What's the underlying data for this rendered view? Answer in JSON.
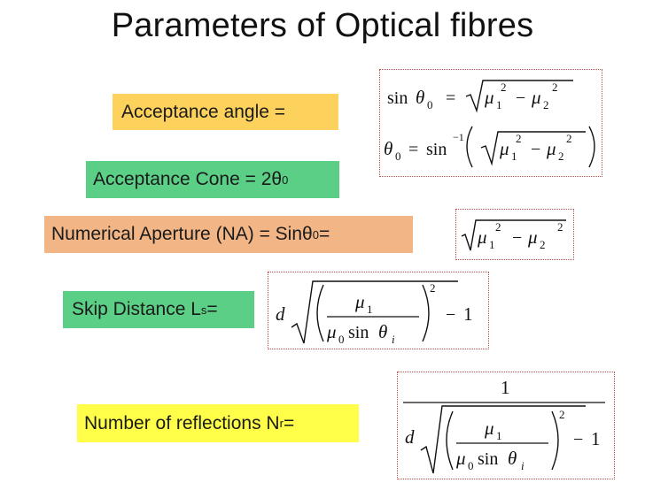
{
  "title": "Parameters of Optical fibres",
  "labels": {
    "acceptance_angle": "Acceptance angle =",
    "acceptance_cone_prefix": "Acceptance Cone = 2θ",
    "acceptance_cone_sub": "0",
    "numerical_aperture_prefix": "Numerical Aperture (NA) = Sinθ",
    "numerical_aperture_sub": "0",
    "numerical_aperture_suffix": " =",
    "skip_distance_prefix": "Skip Distance L",
    "skip_distance_sub": "s",
    "skip_distance_suffix": "=",
    "reflections_prefix": "Number of reflections N",
    "reflections_sub": "r",
    "reflections_suffix": " ="
  },
  "colors": {
    "yellow": "#fcd25c",
    "green": "#5ccf86",
    "orange": "#f2b686",
    "bright_yellow": "#ffff4a",
    "box_border": "#c0504d"
  },
  "formulas": {
    "sin": "sin",
    "theta": "θ",
    "mu": "μ",
    "sub0": "0",
    "sub1": "1",
    "sub2": "2",
    "subi": "i",
    "sup2": "2",
    "supminus1": "−1",
    "equals": "=",
    "minus": "−",
    "d": "d",
    "one": "1"
  }
}
